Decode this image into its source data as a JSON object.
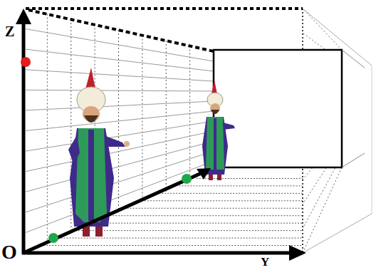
{
  "diagram": {
    "labels": [
      "Z",
      "O",
      "Y"
    ]
  }
}
